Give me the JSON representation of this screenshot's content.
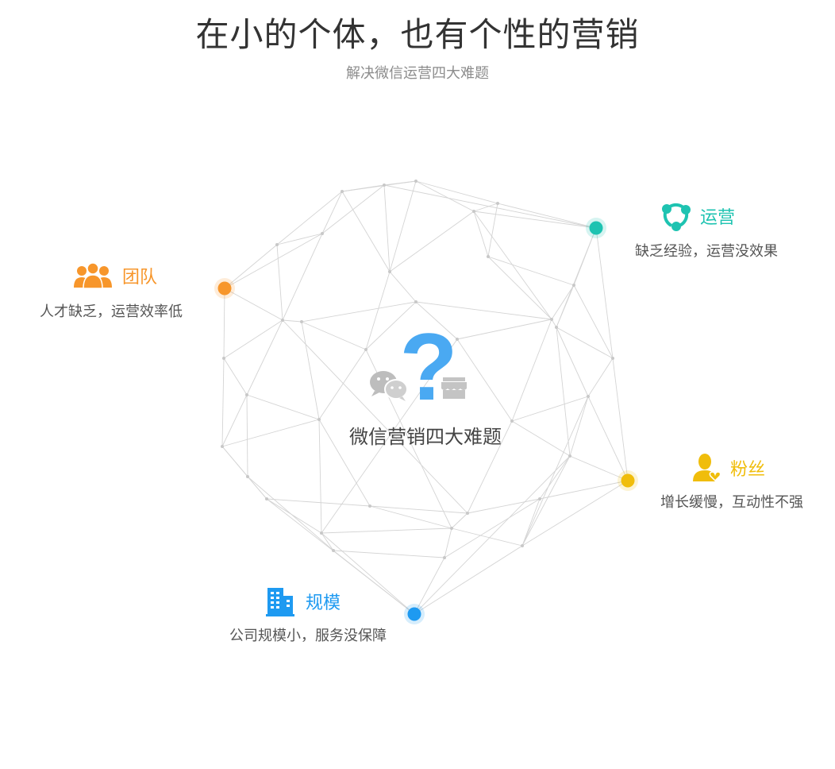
{
  "title": "在小的个体，也有个性的营销",
  "subtitle": "解决微信运营四大难题",
  "center": {
    "label": "微信营销四大难题",
    "question_mark": "?",
    "question_icon_color": "#4aa9f2",
    "wechat_icon": "wechat-icon",
    "store_icon": "store-icon"
  },
  "features": {
    "operation": {
      "name": "运营",
      "desc": "缺乏经验，运营没效果",
      "color": "#1ec3b1",
      "icon": "share-cycle-icon"
    },
    "team": {
      "name": "团队",
      "desc": "人才缺乏，运营效率低",
      "color": "#f7962b",
      "icon": "team-icon"
    },
    "fans": {
      "name": "粉丝",
      "desc": "增长缓慢，互动性不强",
      "color": "#f0bd0b",
      "icon": "user-heart-icon"
    },
    "scale": {
      "name": "规模",
      "desc": "公司规模小，服务没保障",
      "color": "#1e9af1",
      "icon": "building-icon"
    }
  }
}
